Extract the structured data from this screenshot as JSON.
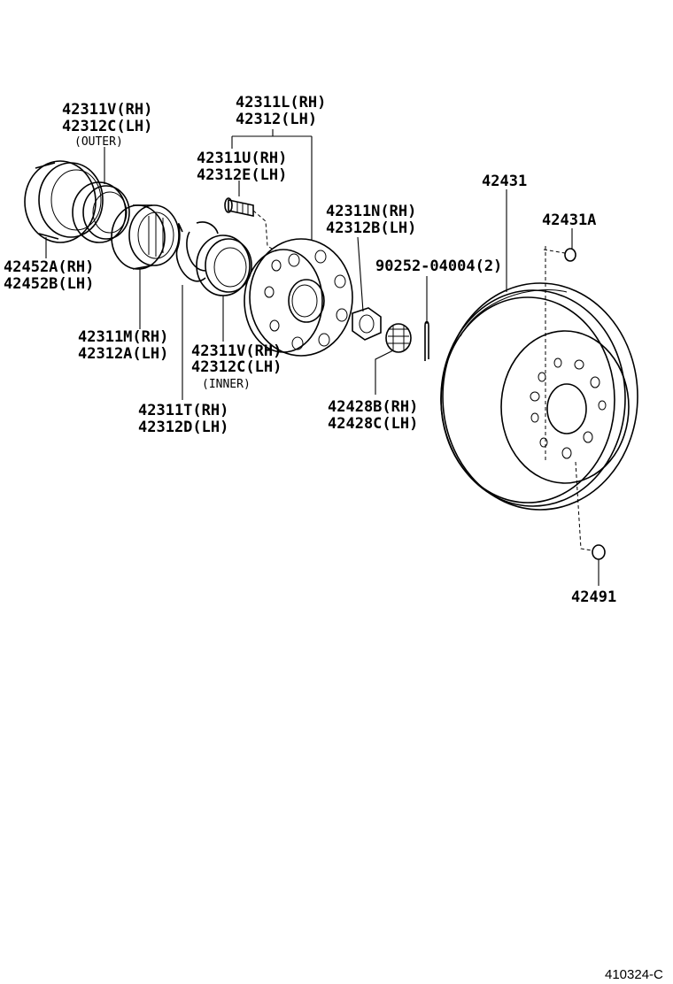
{
  "labels": {
    "outer_bearing": {
      "rh": "42311V(RH)",
      "lh": "42312C(LH)",
      "note": "(OUTER)"
    },
    "hub": {
      "rh": "42311L(RH)",
      "lh": "42312(LH)"
    },
    "hub_bolt": {
      "rh": "42311U(RH)",
      "lh": "42312E(LH)"
    },
    "hub_nut": {
      "rh": "42311N(RH)",
      "lh": "42312B(LH)"
    },
    "rotor": {
      "code": "42431"
    },
    "plug": {
      "code": "42431A"
    },
    "cotter_pin": {
      "code": "90252-04004(2)"
    },
    "seal": {
      "rh": "42452A(RH)",
      "lh": "42452B(LH)"
    },
    "spacer": {
      "rh": "42311M(RH)",
      "lh": "42312A(LH)"
    },
    "inner_bearing": {
      "rh": "42311V(RH)",
      "lh": "42312C(LH)",
      "note": "(INNER)"
    },
    "snap_ring": {
      "rh": "42311T(RH)",
      "lh": "42312D(LH)"
    },
    "lock_cap": {
      "rh": "42428B(RH)",
      "lh": "42428C(LH)"
    },
    "rotor_screw": {
      "code": "42491"
    }
  },
  "diagram_id": "410324-C"
}
